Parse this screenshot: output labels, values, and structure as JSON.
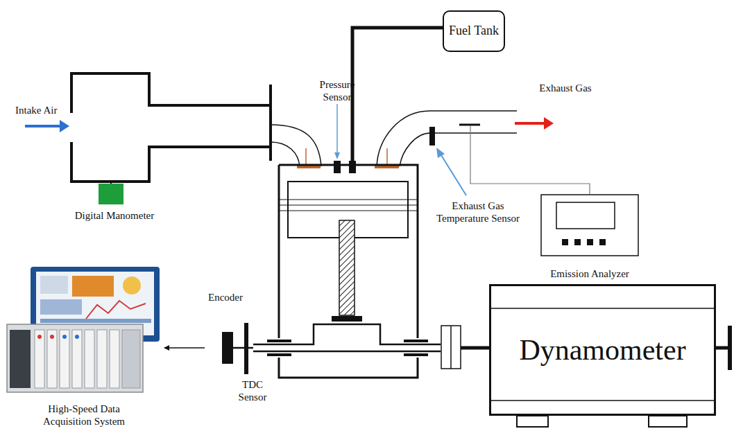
{
  "diagram": {
    "nodes": [
      {
        "text": [
          "Fuel Tank"
        ]
      },
      {
        "text": [
          "Digital Manometer"
        ]
      },
      {
        "text": [
          "Emission Analyzer"
        ]
      },
      {
        "text": [
          "Encoder"
        ]
      },
      {
        "text": [
          "Dynamometer"
        ]
      },
      {
        "text": [
          "High-Speed Data Acquisition System"
        ]
      }
    ],
    "edges": [
      {
        "from": 3,
        "to": 5,
        "arrow": "to"
      }
    ],
    "labels": [
      "Intake Air",
      "Pressure Sensor",
      "Exhaust Gas",
      "Exhaust Gas Temperature Sensor",
      "TDC Sensor"
    ]
  }
}
